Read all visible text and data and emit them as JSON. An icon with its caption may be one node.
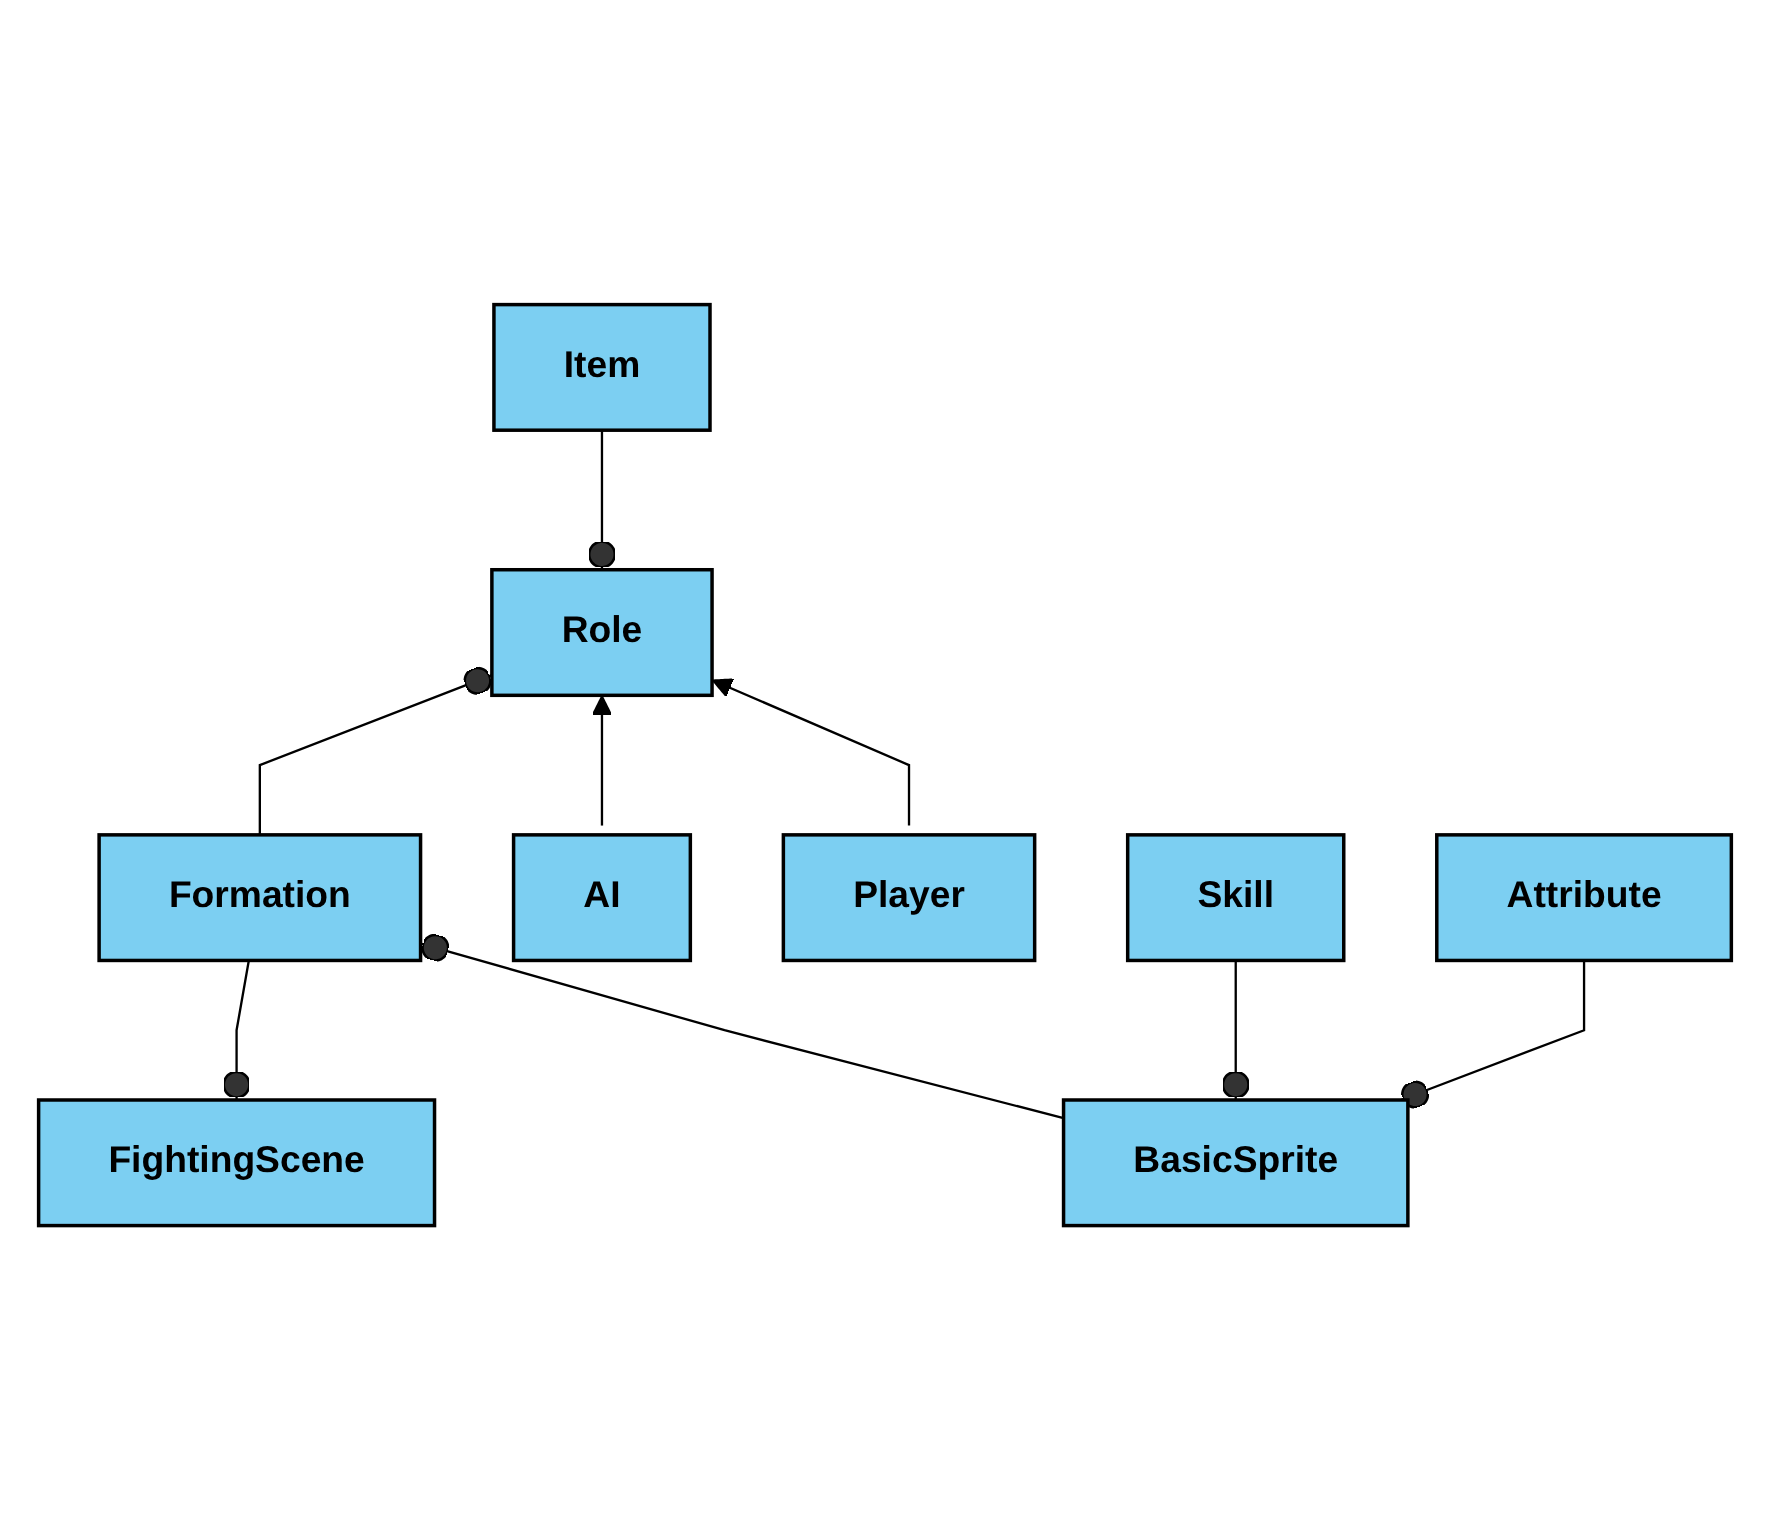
{
  "diagram": {
    "nodes": [
      {
        "text": [
          "Item"
        ]
      },
      {
        "text": [
          "Role"
        ]
      },
      {
        "text": [
          "Player"
        ]
      },
      {
        "text": [
          "AI"
        ]
      },
      {
        "text": [
          "Formation"
        ]
      },
      {
        "text": [
          "BasicSprite"
        ]
      },
      {
        "text": [
          "Skill"
        ]
      },
      {
        "text": [
          "Attribute"
        ]
      },
      {
        "text": [
          "FightingScene"
        ]
      }
    ],
    "edges": [
      {
        "from": 0,
        "to": 1,
        "arrow": "other"
      },
      {
        "from": 2,
        "to": 1,
        "arrow": "to"
      },
      {
        "from": 3,
        "to": 1,
        "arrow": "to"
      },
      {
        "from": 4,
        "to": 1,
        "arrow": "other"
      },
      {
        "from": 5,
        "to": 4,
        "arrow": "other"
      },
      {
        "from": 6,
        "to": 5,
        "arrow": "other"
      },
      {
        "from": 7,
        "to": 5,
        "arrow": "other"
      },
      {
        "from": 4,
        "to": 8,
        "arrow": "other"
      }
    ]
  }
}
